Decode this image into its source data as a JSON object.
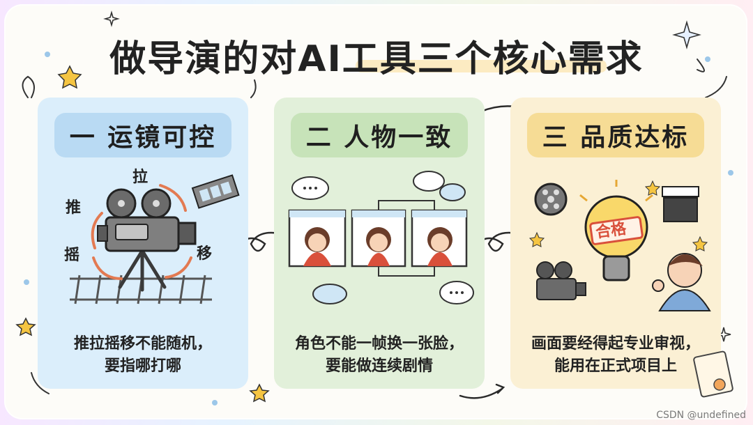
{
  "title": "做导演的对AI工具三个核心需求",
  "panels": [
    {
      "header": "一 运镜可控",
      "caption_line1": "推拉摇移不能随机，",
      "caption_line2": "要指哪打哪",
      "labels": {
        "top": "拉",
        "left": "推",
        "bottom_left": "摇",
        "right": "移"
      }
    },
    {
      "header": "二 人物一致",
      "caption_line1": "角色不能一帧换一张脸，",
      "caption_line2": "要能做连续剧情"
    },
    {
      "header": "三 品质达标",
      "caption_line1": "画面要经得起专业审视，",
      "caption_line2": "能用在正式项目上",
      "stamp": "合格"
    }
  ],
  "watermark": "CSDN @undefined",
  "colors": {
    "panel1": "#dbeefb",
    "panel2": "#e2f0da",
    "panel3": "#fbf0d4",
    "accent_red": "#d9503b"
  }
}
